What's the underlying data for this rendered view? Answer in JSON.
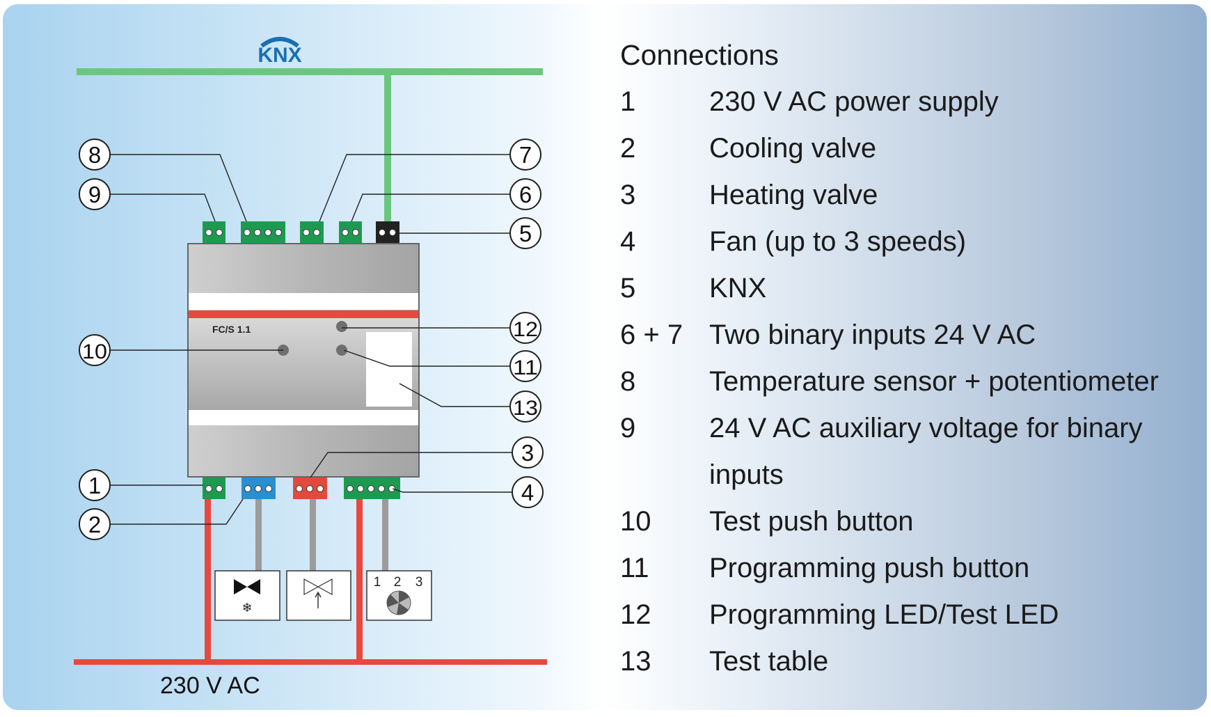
{
  "diagram": {
    "bus_label": "KNX",
    "device_label": "FC/S 1.1",
    "supply_label": "230 V AC",
    "fan_speeds": [
      "1",
      "2",
      "3"
    ],
    "callouts": [
      "1",
      "2",
      "3",
      "4",
      "5",
      "6",
      "7",
      "8",
      "9",
      "10",
      "11",
      "12",
      "13"
    ],
    "colors": {
      "bus_line": "#6cc77e",
      "power_line": "#e8483f",
      "terminal_green": "#1e9a50",
      "terminal_blue": "#2a8fd1",
      "terminal_red": "#e24a3b",
      "terminal_black": "#222222",
      "device_stripe": "#e8483f",
      "knx_logo": "#1a6fb0"
    },
    "icons": [
      "cooling-valve-icon",
      "heating-valve-icon",
      "fan-icon"
    ]
  },
  "legend": {
    "heading": "Connections",
    "items": [
      {
        "num": "1",
        "desc": "230 V AC power supply"
      },
      {
        "num": "2",
        "desc": "Cooling valve"
      },
      {
        "num": "3",
        "desc": "Heating valve"
      },
      {
        "num": "4",
        "desc": "Fan (up to 3 speeds)"
      },
      {
        "num": "5",
        "desc": "KNX"
      },
      {
        "num": "6 + 7",
        "desc": "Two binary inputs 24 V AC"
      },
      {
        "num": "8",
        "desc": "Temperature sensor + potentiometer"
      },
      {
        "num": "9",
        "desc": "24 V AC auxiliary voltage for binary"
      },
      {
        "num": "",
        "desc": "inputs"
      },
      {
        "num": "10",
        "desc": "Test push button"
      },
      {
        "num": "11",
        "desc": "Programming push button"
      },
      {
        "num": "12",
        "desc": "Programming LED/Test LED"
      },
      {
        "num": "13",
        "desc": "Test table"
      }
    ]
  }
}
